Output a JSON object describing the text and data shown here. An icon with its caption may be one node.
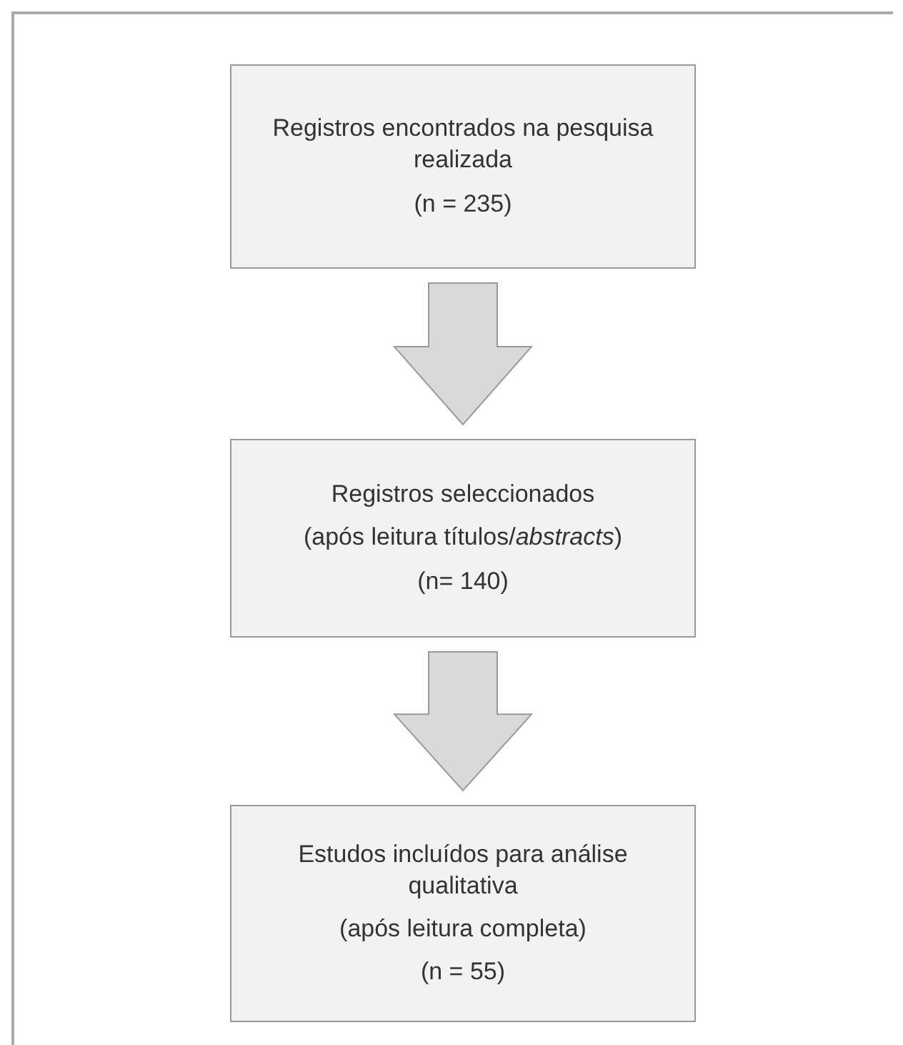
{
  "diagram": {
    "nodes": [
      {
        "text": [
          "Registros encontrados na pesquisa realizada",
          "(n = 235)"
        ]
      },
      {
        "text": [
          "Registros seleccionados",
          "(após leitura títulos/*abstracts*)",
          "(n= 140)"
        ]
      },
      {
        "text": [
          "Estudos incluídos para análise qualitativa",
          "(após leitura completa)",
          "(n = 55)"
        ]
      }
    ],
    "edges": [
      {
        "from": 0,
        "to": 1,
        "arrow": "to"
      },
      {
        "from": 1,
        "to": 2,
        "arrow": "to"
      }
    ]
  }
}
